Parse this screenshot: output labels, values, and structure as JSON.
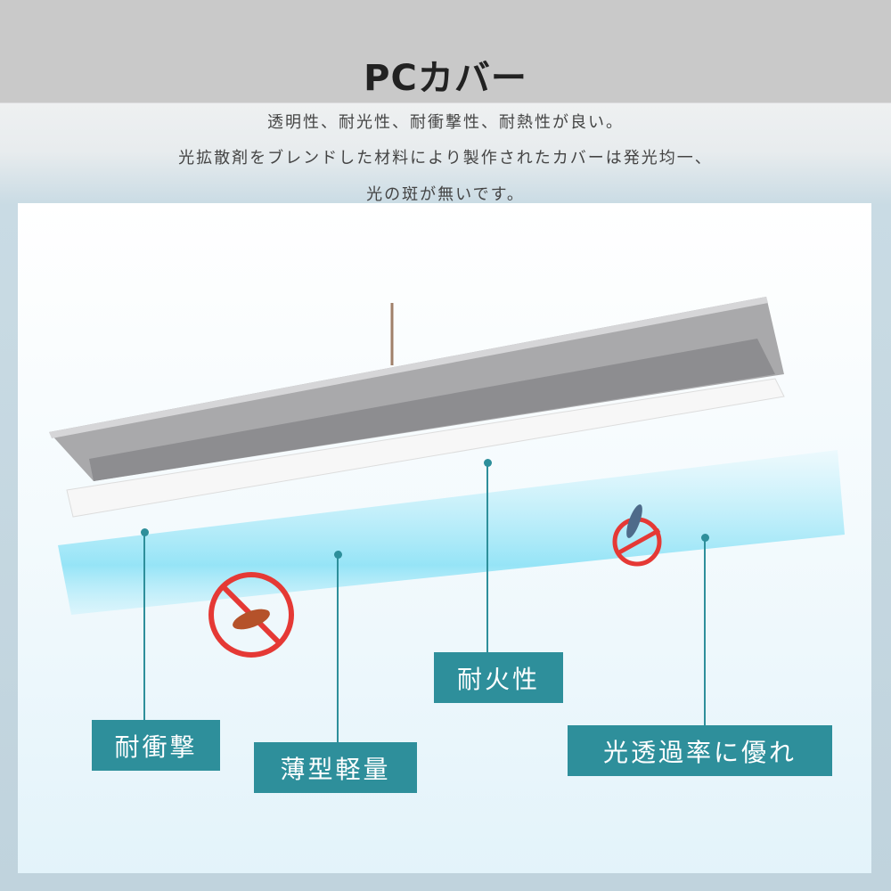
{
  "title": "PCカバー",
  "description": [
    "透明性、耐光性、耐衝撃性、耐熱性が良い。",
    "光拡散剤をブレンドした材料により製作されたカバーは発光均一、",
    "光の斑が無いです。"
  ],
  "features": [
    "耐衝撃",
    "薄型軽量",
    "耐火性",
    "光透過率に優れ"
  ],
  "colors": {
    "accent": "#2e8f9b",
    "prohibit": "#e53935"
  }
}
